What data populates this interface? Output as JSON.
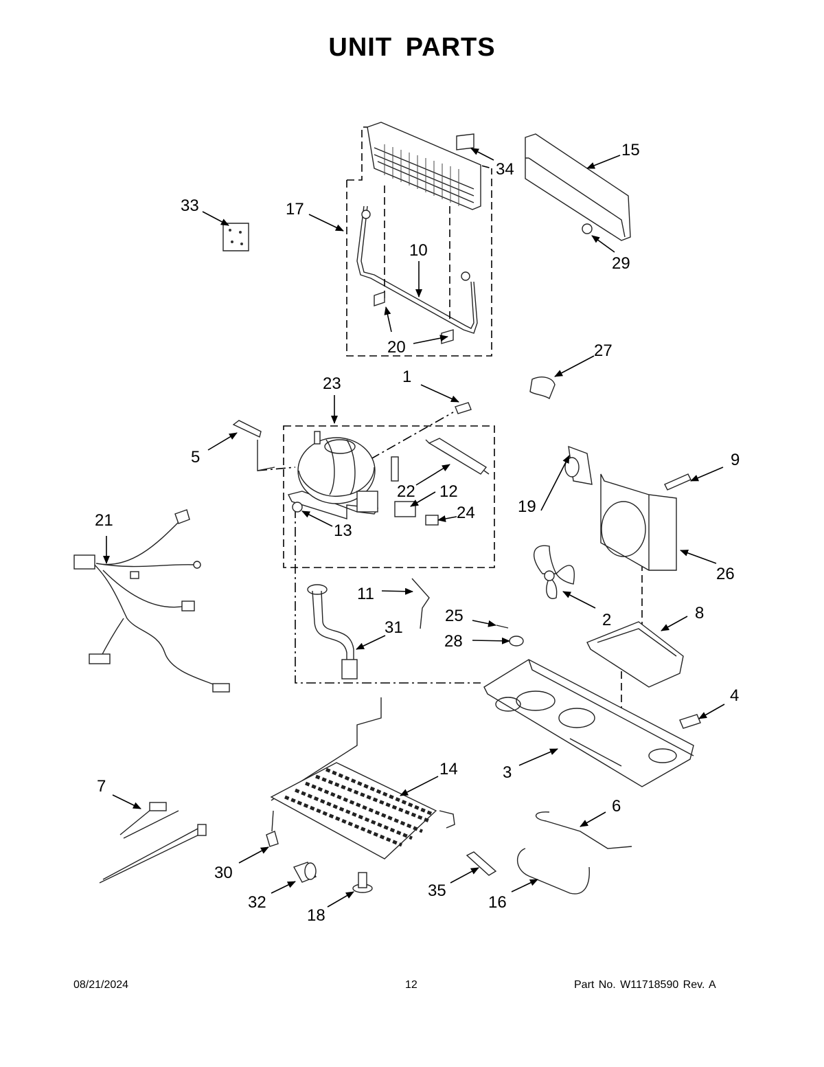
{
  "title": "UNIT PARTS",
  "footer": {
    "date": "08/21/2024",
    "page": "12",
    "part_no": "Part No.  W11718590  Rev.  A"
  },
  "callouts": [
    "1",
    "2",
    "3",
    "4",
    "5",
    "6",
    "7",
    "8",
    "9",
    "10",
    "11",
    "12",
    "13",
    "14",
    "15",
    "16",
    "17",
    "18",
    "19",
    "20",
    "21",
    "22",
    "23",
    "24",
    "25",
    "26",
    "27",
    "28",
    "29",
    "30",
    "31",
    "32",
    "33",
    "34",
    "35"
  ]
}
